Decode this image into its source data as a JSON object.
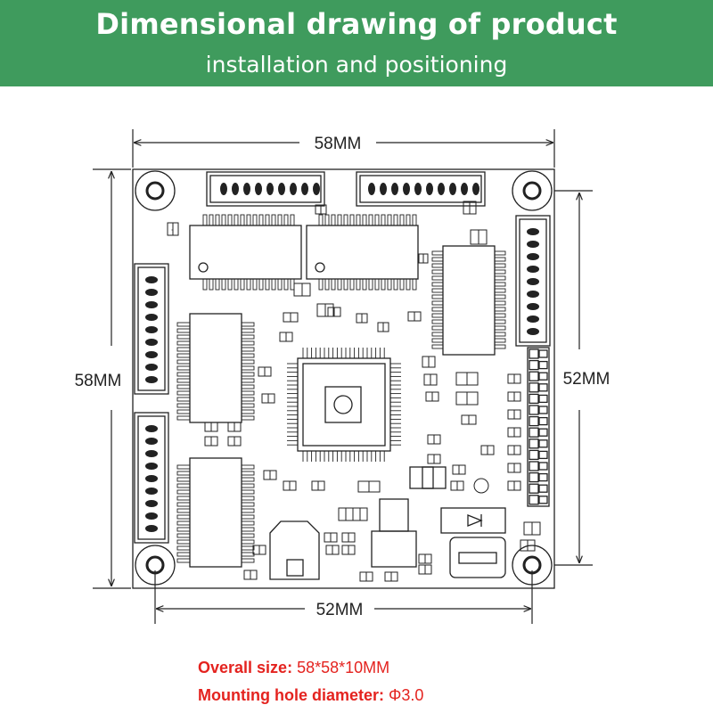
{
  "header": {
    "title": "Dimensional drawing of product",
    "subtitle": "installation and positioning"
  },
  "dimensions": {
    "top_width": "58MM",
    "left_height": "58MM",
    "right_hole_spacing": "52MM",
    "bottom_hole_spacing": "52MM"
  },
  "specs": {
    "overall_label": "Overall size:",
    "overall_value": "58*58*10MM",
    "hole_label": "Mounting hole diameter:",
    "hole_value": "Φ3.0"
  },
  "colors": {
    "banner": "#3f9b5d",
    "spec_text": "#e4231f",
    "line": "#222222"
  }
}
